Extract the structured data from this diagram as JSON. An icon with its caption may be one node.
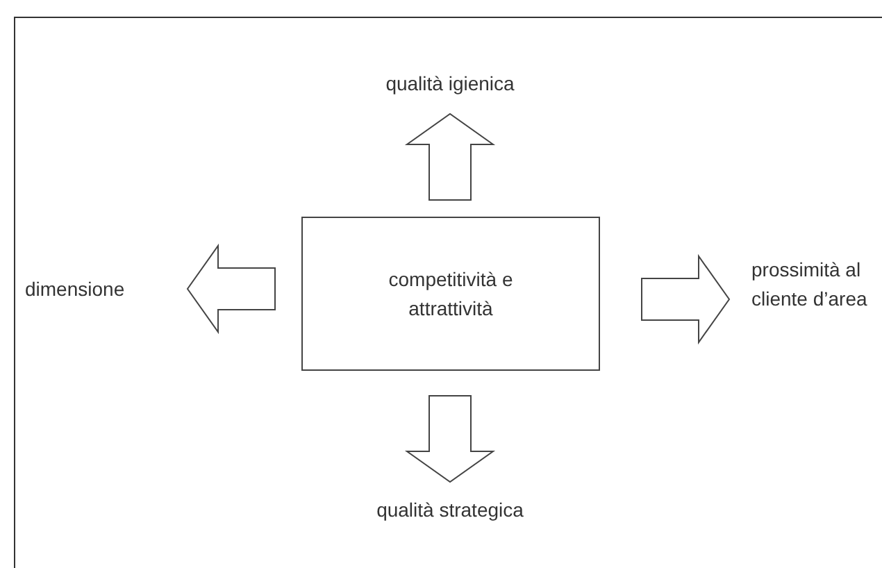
{
  "diagram": {
    "nodes": [
      {
        "text": [
          "competitività e attrattività"
        ]
      },
      {
        "text": [
          "qualità igienica"
        ]
      },
      {
        "text": [
          "dimensione"
        ]
      },
      {
        "text": [
          "prossimità al cliente d’area"
        ]
      },
      {
        "text": [
          "qualità strategica"
        ]
      }
    ],
    "edges": [
      {
        "from": 0,
        "to": 1,
        "arrow": "to"
      },
      {
        "from": 0,
        "to": 2,
        "arrow": "to"
      },
      {
        "from": 0,
        "to": 3,
        "arrow": "to"
      },
      {
        "from": 0,
        "to": 4,
        "arrow": "to"
      }
    ]
  }
}
